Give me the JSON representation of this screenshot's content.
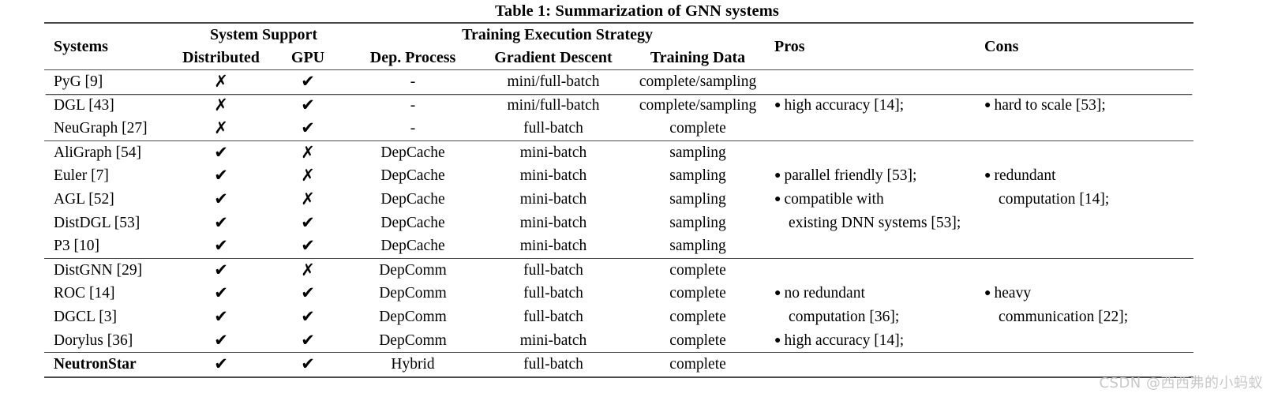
{
  "caption": "Table 1: Summarization of GNN systems",
  "header": {
    "systems": "Systems",
    "system_support": "System Support",
    "training_execution_strategy": "Training Execution Strategy",
    "distributed": "Distributed",
    "gpu": "GPU",
    "dep_process": "Dep. Process",
    "gradient_descent": "Gradient Descent",
    "training_data": "Training Data",
    "pros": "Pros",
    "cons": "Cons"
  },
  "marks": {
    "yes": "✔",
    "no": "✗",
    "none": "-",
    "bullet": "●"
  },
  "groups": [
    {
      "rows": [
        {
          "system": "PyG [9]",
          "distributed": "✗",
          "gpu": "✔",
          "dep_process": "-",
          "gradient_descent": "mini/full-batch",
          "training_data": "complete/sampling",
          "pros": "",
          "pros_indent": false,
          "pros_bullet": false,
          "cons": "",
          "cons_indent": false,
          "cons_bullet": false
        },
        {
          "system": "DGL [43]",
          "distributed": "✗",
          "gpu": "✔",
          "dep_process": "-",
          "gradient_descent": "mini/full-batch",
          "training_data": "complete/sampling",
          "pros": "high accuracy [14];",
          "pros_indent": false,
          "pros_bullet": true,
          "cons": "hard to scale [53];",
          "cons_indent": false,
          "cons_bullet": true
        },
        {
          "system": "NeuGraph [27]",
          "distributed": "✗",
          "gpu": "✔",
          "dep_process": "-",
          "gradient_descent": "full-batch",
          "training_data": "complete",
          "pros": "",
          "pros_indent": false,
          "pros_bullet": false,
          "cons": "",
          "cons_indent": false,
          "cons_bullet": false
        }
      ]
    },
    {
      "rows": [
        {
          "system": "AliGraph [54]",
          "distributed": "✔",
          "gpu": "✗",
          "dep_process": "DepCache",
          "gradient_descent": "mini-batch",
          "training_data": "sampling",
          "pros": "",
          "pros_indent": false,
          "pros_bullet": false,
          "cons": "",
          "cons_indent": false,
          "cons_bullet": false
        },
        {
          "system": "Euler [7]",
          "distributed": "✔",
          "gpu": "✗",
          "dep_process": "DepCache",
          "gradient_descent": "mini-batch",
          "training_data": "sampling",
          "pros": "parallel friendly [53];",
          "pros_indent": false,
          "pros_bullet": true,
          "cons": "redundant",
          "cons_indent": false,
          "cons_bullet": true
        },
        {
          "system": "AGL [52]",
          "distributed": "✔",
          "gpu": "✗",
          "dep_process": "DepCache",
          "gradient_descent": "mini-batch",
          "training_data": "sampling",
          "pros": "compatible with",
          "pros_indent": false,
          "pros_bullet": true,
          "cons": "computation [14];",
          "cons_indent": true,
          "cons_bullet": false
        },
        {
          "system": "DistDGL [53]",
          "distributed": "✔",
          "gpu": "✔",
          "dep_process": "DepCache",
          "gradient_descent": "mini-batch",
          "training_data": "sampling",
          "pros": "existing DNN systems [53];",
          "pros_indent": true,
          "pros_bullet": false,
          "cons": "",
          "cons_indent": false,
          "cons_bullet": false
        },
        {
          "system": "P3 [10]",
          "distributed": "✔",
          "gpu": "✔",
          "dep_process": "DepCache",
          "gradient_descent": "mini-batch",
          "training_data": "sampling",
          "pros": "",
          "pros_indent": false,
          "pros_bullet": false,
          "cons": "",
          "cons_indent": false,
          "cons_bullet": false
        }
      ]
    },
    {
      "rows": [
        {
          "system": "DistGNN [29]",
          "distributed": "✔",
          "gpu": "✗",
          "dep_process": "DepComm",
          "gradient_descent": "full-batch",
          "training_data": "complete",
          "pros": "",
          "pros_indent": false,
          "pros_bullet": false,
          "cons": "",
          "cons_indent": false,
          "cons_bullet": false
        },
        {
          "system": "ROC [14]",
          "distributed": "✔",
          "gpu": "✔",
          "dep_process": "DepComm",
          "gradient_descent": "full-batch",
          "training_data": "complete",
          "pros": "no redundant",
          "pros_indent": false,
          "pros_bullet": true,
          "cons": "heavy",
          "cons_indent": false,
          "cons_bullet": true
        },
        {
          "system": "DGCL [3]",
          "distributed": "✔",
          "gpu": "✔",
          "dep_process": "DepComm",
          "gradient_descent": "full-batch",
          "training_data": "complete",
          "pros": "computation [36];",
          "pros_indent": true,
          "pros_bullet": false,
          "cons": "communication [22];",
          "cons_indent": true,
          "cons_bullet": false
        },
        {
          "system": "Dorylus [36]",
          "distributed": "✔",
          "gpu": "✔",
          "dep_process": "DepComm",
          "gradient_descent": "mini-batch",
          "training_data": "complete",
          "pros": "high accuracy [14];",
          "pros_indent": false,
          "pros_bullet": true,
          "cons": "",
          "cons_indent": false,
          "cons_bullet": false
        }
      ]
    },
    {
      "rows": [
        {
          "system": "NeutronStar",
          "bold": true,
          "distributed": "✔",
          "gpu": "✔",
          "dep_process": "Hybrid",
          "gradient_descent": "full-batch",
          "training_data": "complete",
          "pros": "",
          "pros_indent": false,
          "pros_bullet": false,
          "cons": "",
          "cons_indent": false,
          "cons_bullet": false
        }
      ]
    }
  ],
  "watermark": "CSDN @西西弗的小蚂蚁"
}
